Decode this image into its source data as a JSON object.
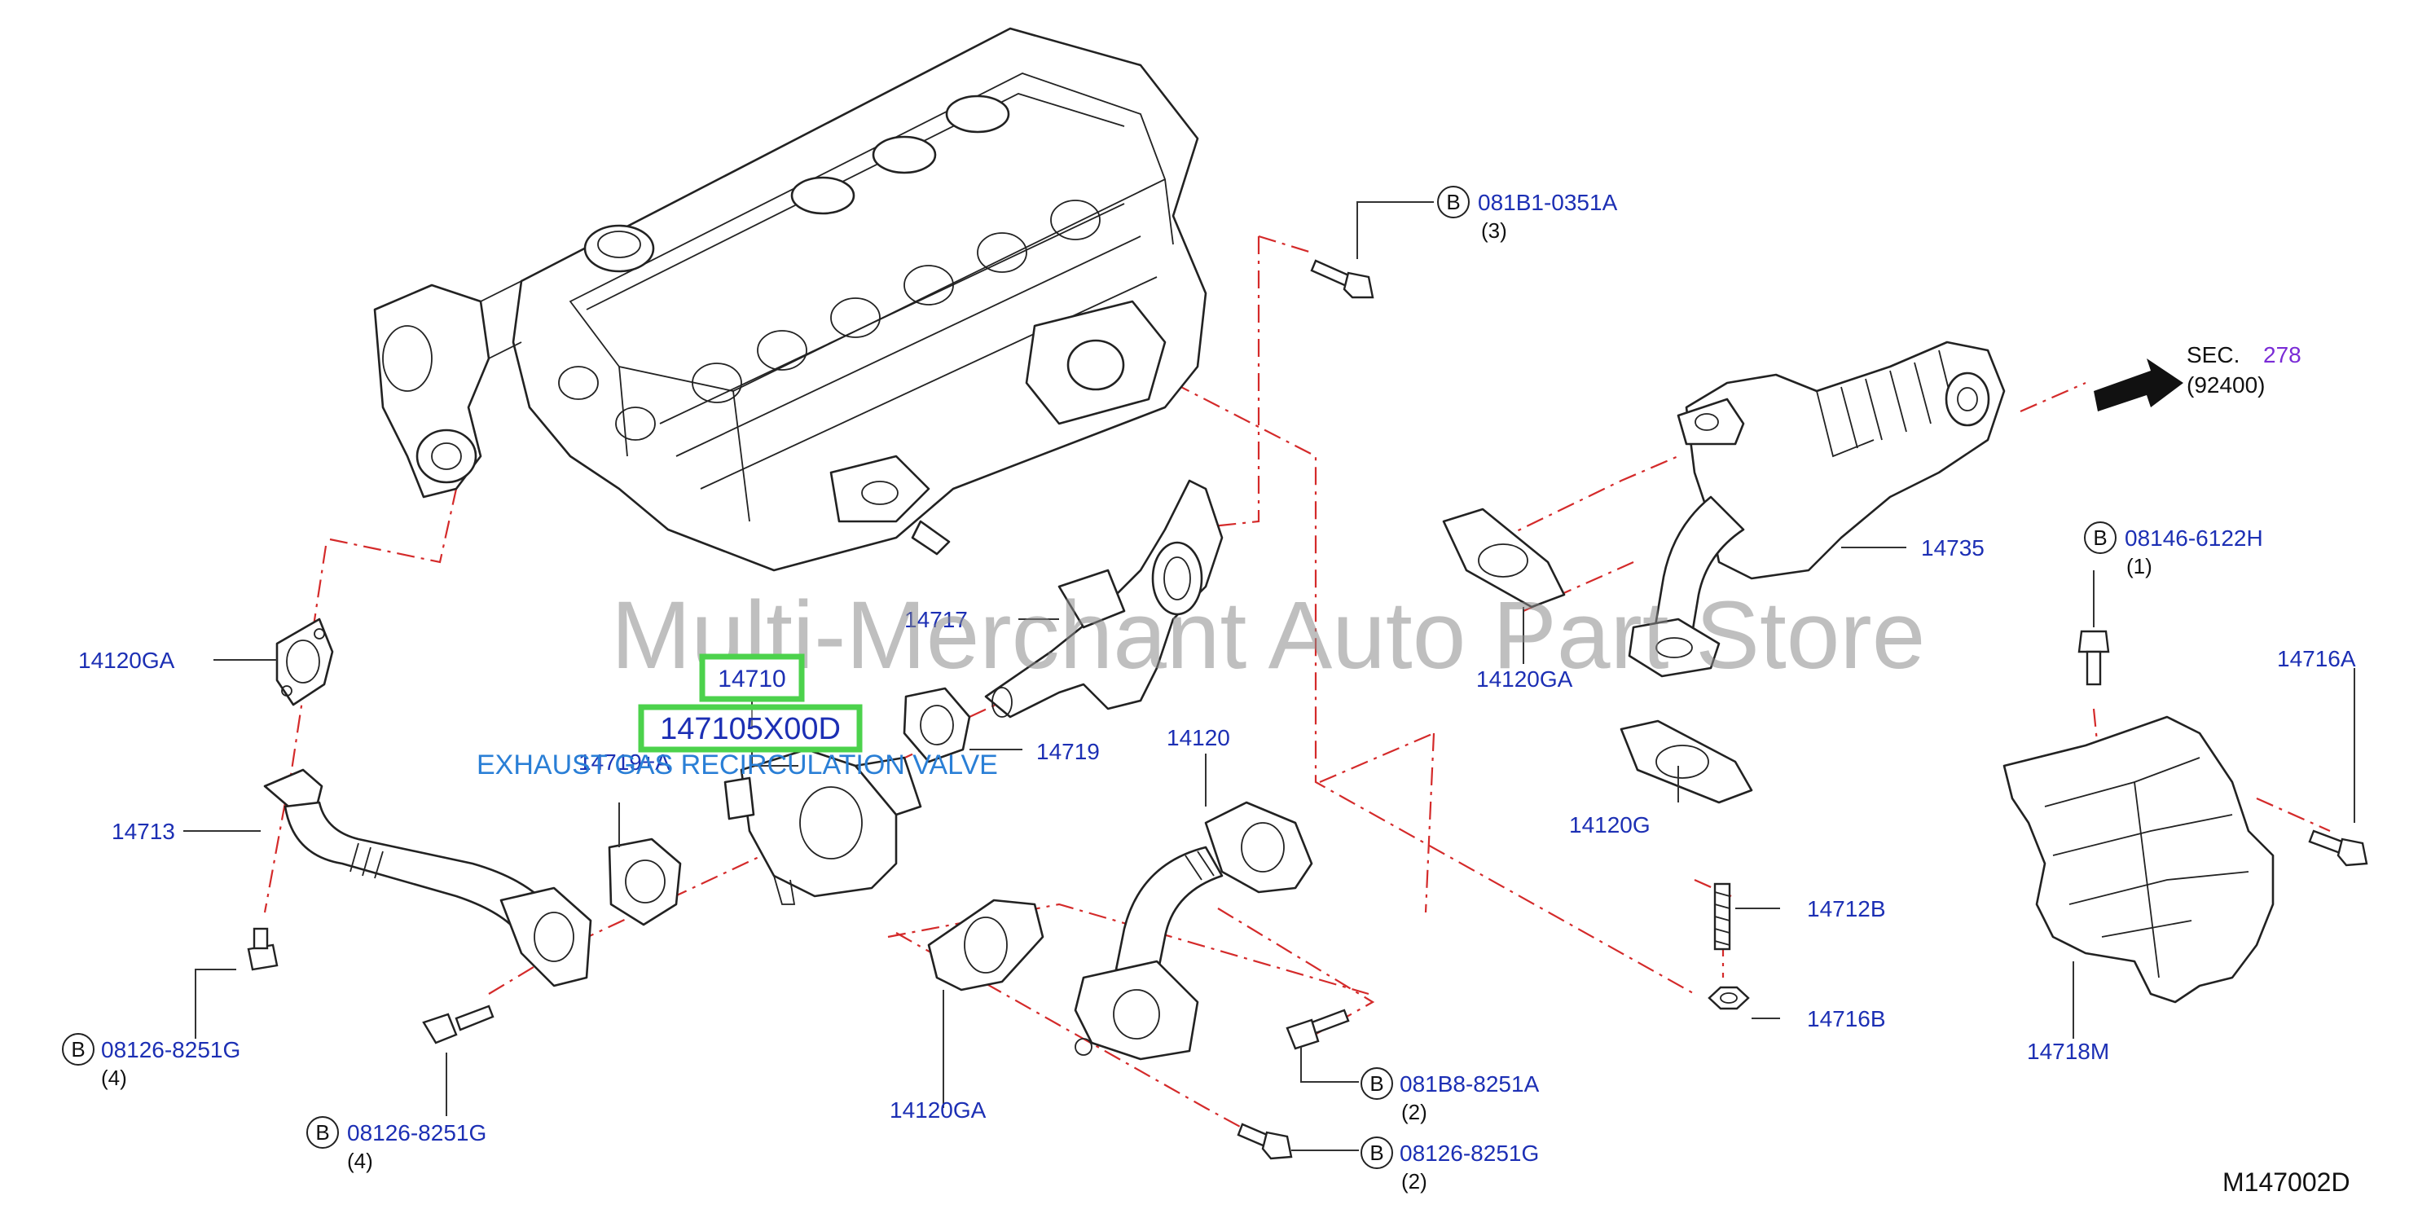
{
  "diagram": {
    "watermark": "Multi-Merchant Auto Part Store",
    "reference_code": "M147002D",
    "section_ref": {
      "prefix": "SEC.",
      "number": "278",
      "sub": "(92400)"
    },
    "highlight": {
      "part_no": "14710",
      "full_part_no": "147105X00D",
      "description": "EXHAUST GAS RECIRCULATION VALVE"
    },
    "part_labels": {
      "p_14120GA_left": "14120GA",
      "p_14713": "14713",
      "p_14719A": "14719+A",
      "p_14717": "14717",
      "p_14719": "14719",
      "p_14120": "14120",
      "p_14120GA_mid": "14120GA",
      "p_14120GA_right": "14120GA",
      "p_14735": "14735",
      "p_14120G": "14120G",
      "p_14712B": "14712B",
      "p_14716B": "14716B",
      "p_14716A": "14716A",
      "p_14718M": "14718M"
    },
    "bolt_refs": [
      {
        "circle": "B",
        "part": "081B1-0351A",
        "qty": "(3)"
      },
      {
        "circle": "B",
        "part": "08146-6122H",
        "qty": "(1)"
      },
      {
        "circle": "B",
        "part": "08126-8251G",
        "qty": "(4)"
      },
      {
        "circle": "B",
        "part": "08126-8251G",
        "qty": "(4)"
      },
      {
        "circle": "B",
        "part": "081B8-8251A",
        "qty": "(2)"
      },
      {
        "circle": "B",
        "part": "08126-8251G",
        "qty": "(2)"
      }
    ],
    "colors": {
      "label_blue": "#1c2fb4",
      "dash_red": "#d42a2a",
      "highlight_green": "#4cd24c",
      "desc_blue": "#2a7fd6",
      "sec_purple": "#7a2bd6",
      "watermark_gray": "#8a8a8a"
    }
  }
}
